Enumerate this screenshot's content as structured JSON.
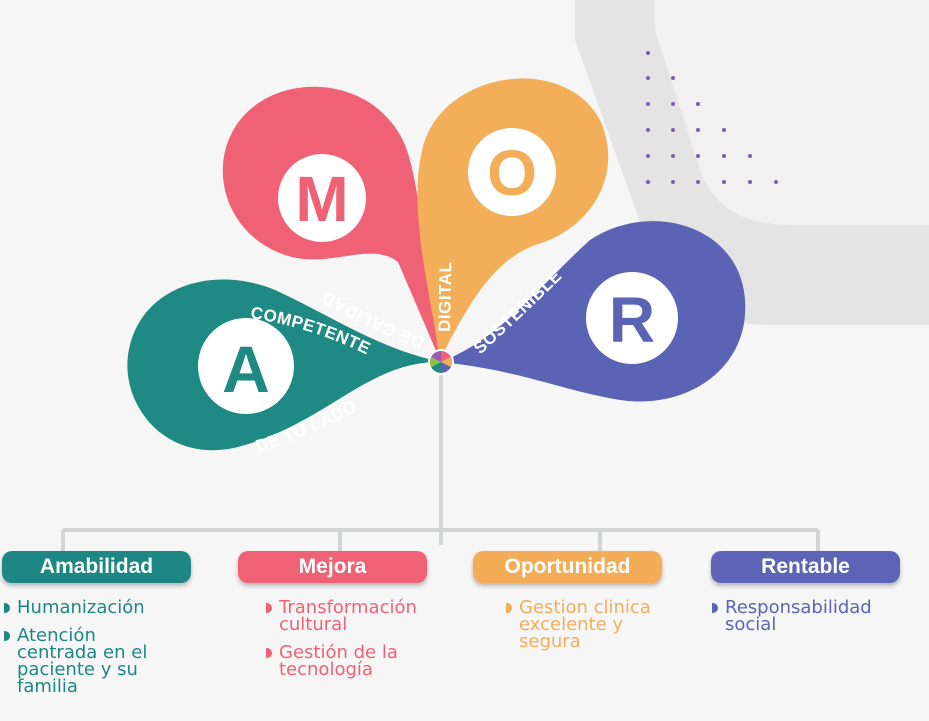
{
  "petals": {
    "a": {
      "letter": "A",
      "label_1": "COMPETENTE",
      "label_2": "DE TU LADO",
      "color": "#1f8a84",
      "dark": "#13706b"
    },
    "m": {
      "letter": "M",
      "label_1": "DE CALIDAD",
      "color": "#ef6276",
      "dark": "#c64b5c"
    },
    "o": {
      "letter": "O",
      "label_1": "DIGITAL",
      "color": "#f2ae58",
      "dark": "#d98a30"
    },
    "r": {
      "letter": "R",
      "label_1": "SOSTENIBLE",
      "color": "#5b63b5",
      "dark": "#434aa0"
    }
  },
  "categories": [
    {
      "title": "Amabilidad",
      "color": "#1d8784",
      "text_color": "#1d8784",
      "items": [
        [
          "Humanización"
        ],
        [
          "Atención",
          "centrada en el",
          "paciente  y  su",
          "familia"
        ]
      ]
    },
    {
      "title": "Mejora",
      "color": "#ef6276",
      "text_color": "#ef6276",
      "items": [
        [
          "Transformación",
          "cultural"
        ],
        [
          "Gestión de la",
          "tecnología"
        ]
      ]
    },
    {
      "title": "Oportunidad",
      "color": "#f3ad57",
      "text_color": "#f3ad57",
      "items": [
        [
          "Gestion clinica",
          "excelente y",
          "segura"
        ]
      ]
    },
    {
      "title": "Rentable",
      "color": "#5d64b5",
      "text_color": "#5d64b5",
      "items": [
        [
          "Responsabilidad",
          "social"
        ]
      ]
    }
  ]
}
